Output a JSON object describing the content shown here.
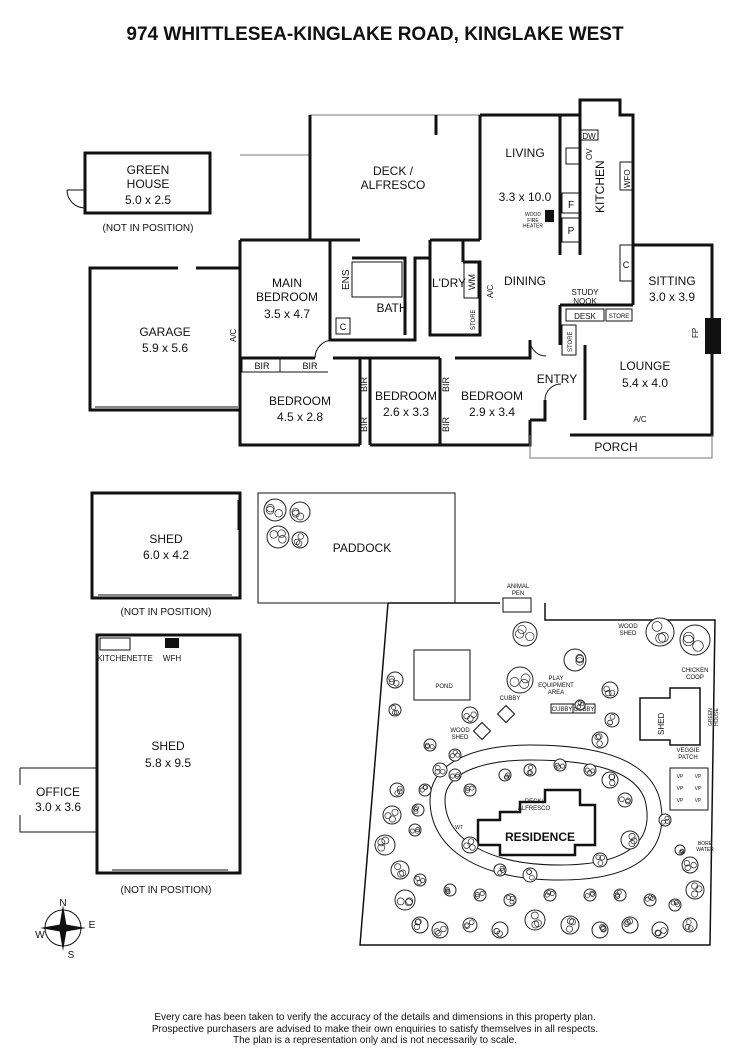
{
  "title": "974 WHITTLESEA-KINGLAKE ROAD, KINGLAKE WEST",
  "rooms": {
    "green_house": {
      "name": "GREEN\nHOUSE",
      "size": "5.0 x 2.5",
      "note": "(NOT IN POSITION)"
    },
    "garage": {
      "name": "GARAGE",
      "size": "5.9 x 5.6"
    },
    "main_bedroom": {
      "name": "MAIN\nBEDROOM",
      "size": "3.5 x 4.7"
    },
    "ens": "ENS",
    "bath": "BATH",
    "laundry": "L'DRY",
    "wm": "WM",
    "deck": "DECK /\nALFRESCO",
    "living": {
      "name": "LIVING",
      "size": "3.3 x 10.0"
    },
    "kitchen": "KITCHEN",
    "dw": "DW",
    "ov": "OV",
    "wfo": "WFO",
    "wood_fire_heater": "WOOD\nFIRE\nHEATER",
    "dining": "DINING",
    "study_nook": "STUDY\nNOOK",
    "desk": "DESK",
    "store": "STORE",
    "sitting": {
      "name": "SITTING",
      "size": "3.0 x 3.9"
    },
    "fp": "FP",
    "lounge": {
      "name": "LOUNGE",
      "size": "5.4 x 4.0"
    },
    "entry": "ENTRY",
    "porch": "PORCH",
    "bedroom_1": {
      "name": "BEDROOM",
      "size": "4.5 x 2.8"
    },
    "bedroom_2": {
      "name": "BEDROOM",
      "size": "2.6 x 3.3"
    },
    "bedroom_3": {
      "name": "BEDROOM",
      "size": "2.9 x 3.4"
    },
    "bir": "BIR",
    "ac": "A/C",
    "c": "C",
    "f": "F",
    "p": "P",
    "shed_small": {
      "name": "SHED",
      "size": "6.0 x 4.2",
      "note": "(NOT IN POSITION)"
    },
    "paddock": "PADDOCK",
    "shed_large": {
      "name": "SHED",
      "size": "5.8 x 9.5",
      "note": "(NOT IN POSITION)"
    },
    "kitchenette": "KITCHENETTE",
    "wfh": "WFH",
    "office": {
      "name": "OFFICE",
      "size": "3.0 x 3.6"
    }
  },
  "site": {
    "animal_pen": "ANIMAL\nPEN",
    "wood_shed": "WOOD\nSHED",
    "chicken_coop": "CHICKEN\nCOOP",
    "play_area": "PLAY\nEQUIPMENT\nAREA",
    "cubby": "CUBBY",
    "pond": "POND",
    "shed": "SHED",
    "green_house": "GREEN\nHOUSE",
    "veggie_patch": "VEGGIE\nPATCH",
    "vp": "VP",
    "deck": "DECK/\nALFRESCO",
    "residence": "RESIDENCE",
    "bore_water": "BORE\nWATER",
    "wt": "WT"
  },
  "compass": {
    "n": "N",
    "s": "S",
    "e": "E",
    "w": "W"
  },
  "disclaimer": [
    "Every care has been taken to verify the accuracy of the details and dimensions in this property plan.",
    "Prospective purchasers are advised to make their own enquiries to satisfy themselves in all respects.",
    "The plan is a representation only and is not necessarily to scale."
  ]
}
